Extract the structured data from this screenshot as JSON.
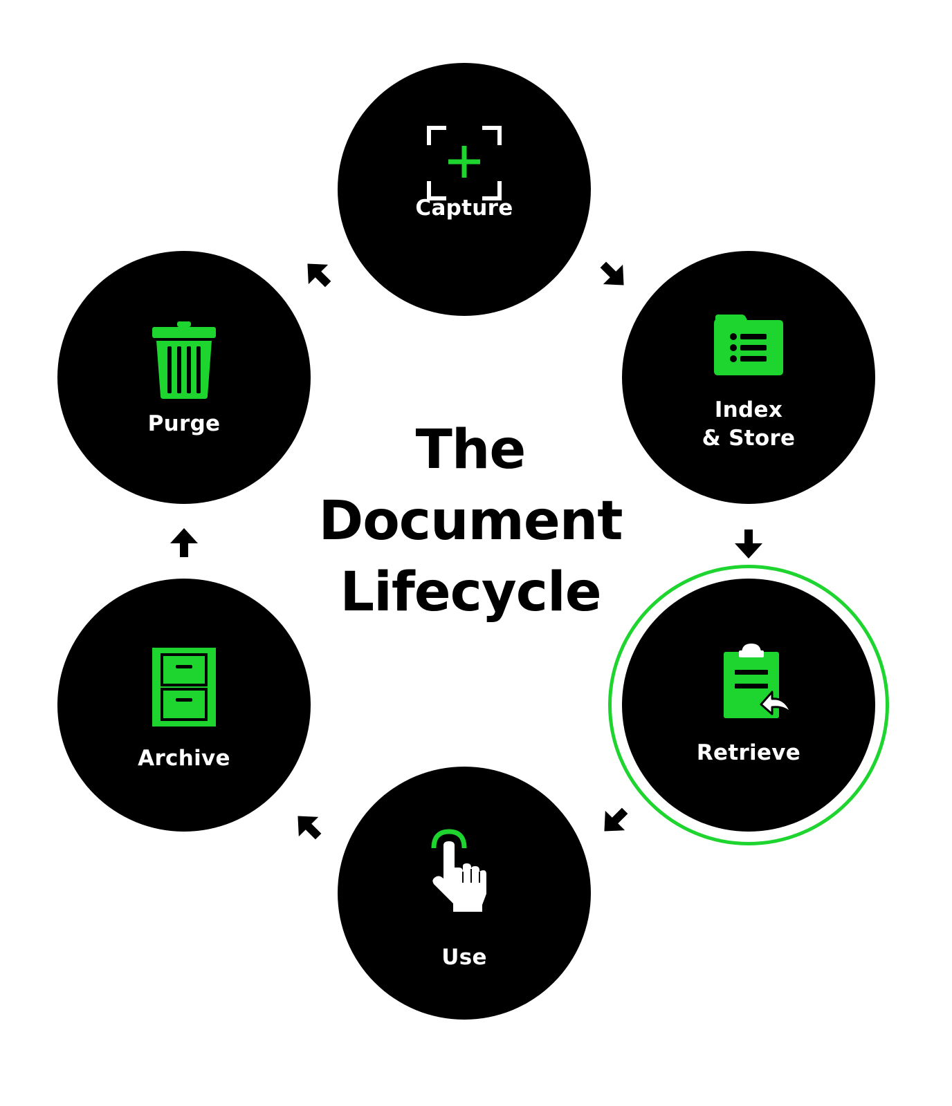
{
  "title": {
    "lines": [
      "The",
      "Document",
      "Lifecycle"
    ]
  },
  "colors": {
    "accent": "#1ed42e",
    "node_fill": "#000000",
    "label_text": "#ffffff",
    "title_text": "#000000",
    "arrow": "#000000"
  },
  "stages": [
    {
      "id": "capture",
      "label_lines": [
        "Capture"
      ],
      "icon": "capture-frame-plus-icon",
      "highlighted": false
    },
    {
      "id": "index-store",
      "label_lines": [
        "Index",
        "& Store"
      ],
      "icon": "folder-list-icon",
      "highlighted": false
    },
    {
      "id": "retrieve",
      "label_lines": [
        "Retrieve"
      ],
      "icon": "clipboard-return-icon",
      "highlighted": true
    },
    {
      "id": "use",
      "label_lines": [
        "Use"
      ],
      "icon": "pointer-hand-tap-icon",
      "highlighted": false
    },
    {
      "id": "archive",
      "label_lines": [
        "Archive"
      ],
      "icon": "filing-cabinet-icon",
      "highlighted": false
    },
    {
      "id": "purge",
      "label_lines": [
        "Purge"
      ],
      "icon": "trash-can-icon",
      "highlighted": false
    }
  ],
  "flow": [
    {
      "from": "purge",
      "to": "capture"
    },
    {
      "from": "capture",
      "to": "index-store"
    },
    {
      "from": "index-store",
      "to": "retrieve"
    },
    {
      "from": "retrieve",
      "to": "use"
    },
    {
      "from": "use",
      "to": "archive"
    },
    {
      "from": "archive",
      "to": "purge"
    }
  ]
}
